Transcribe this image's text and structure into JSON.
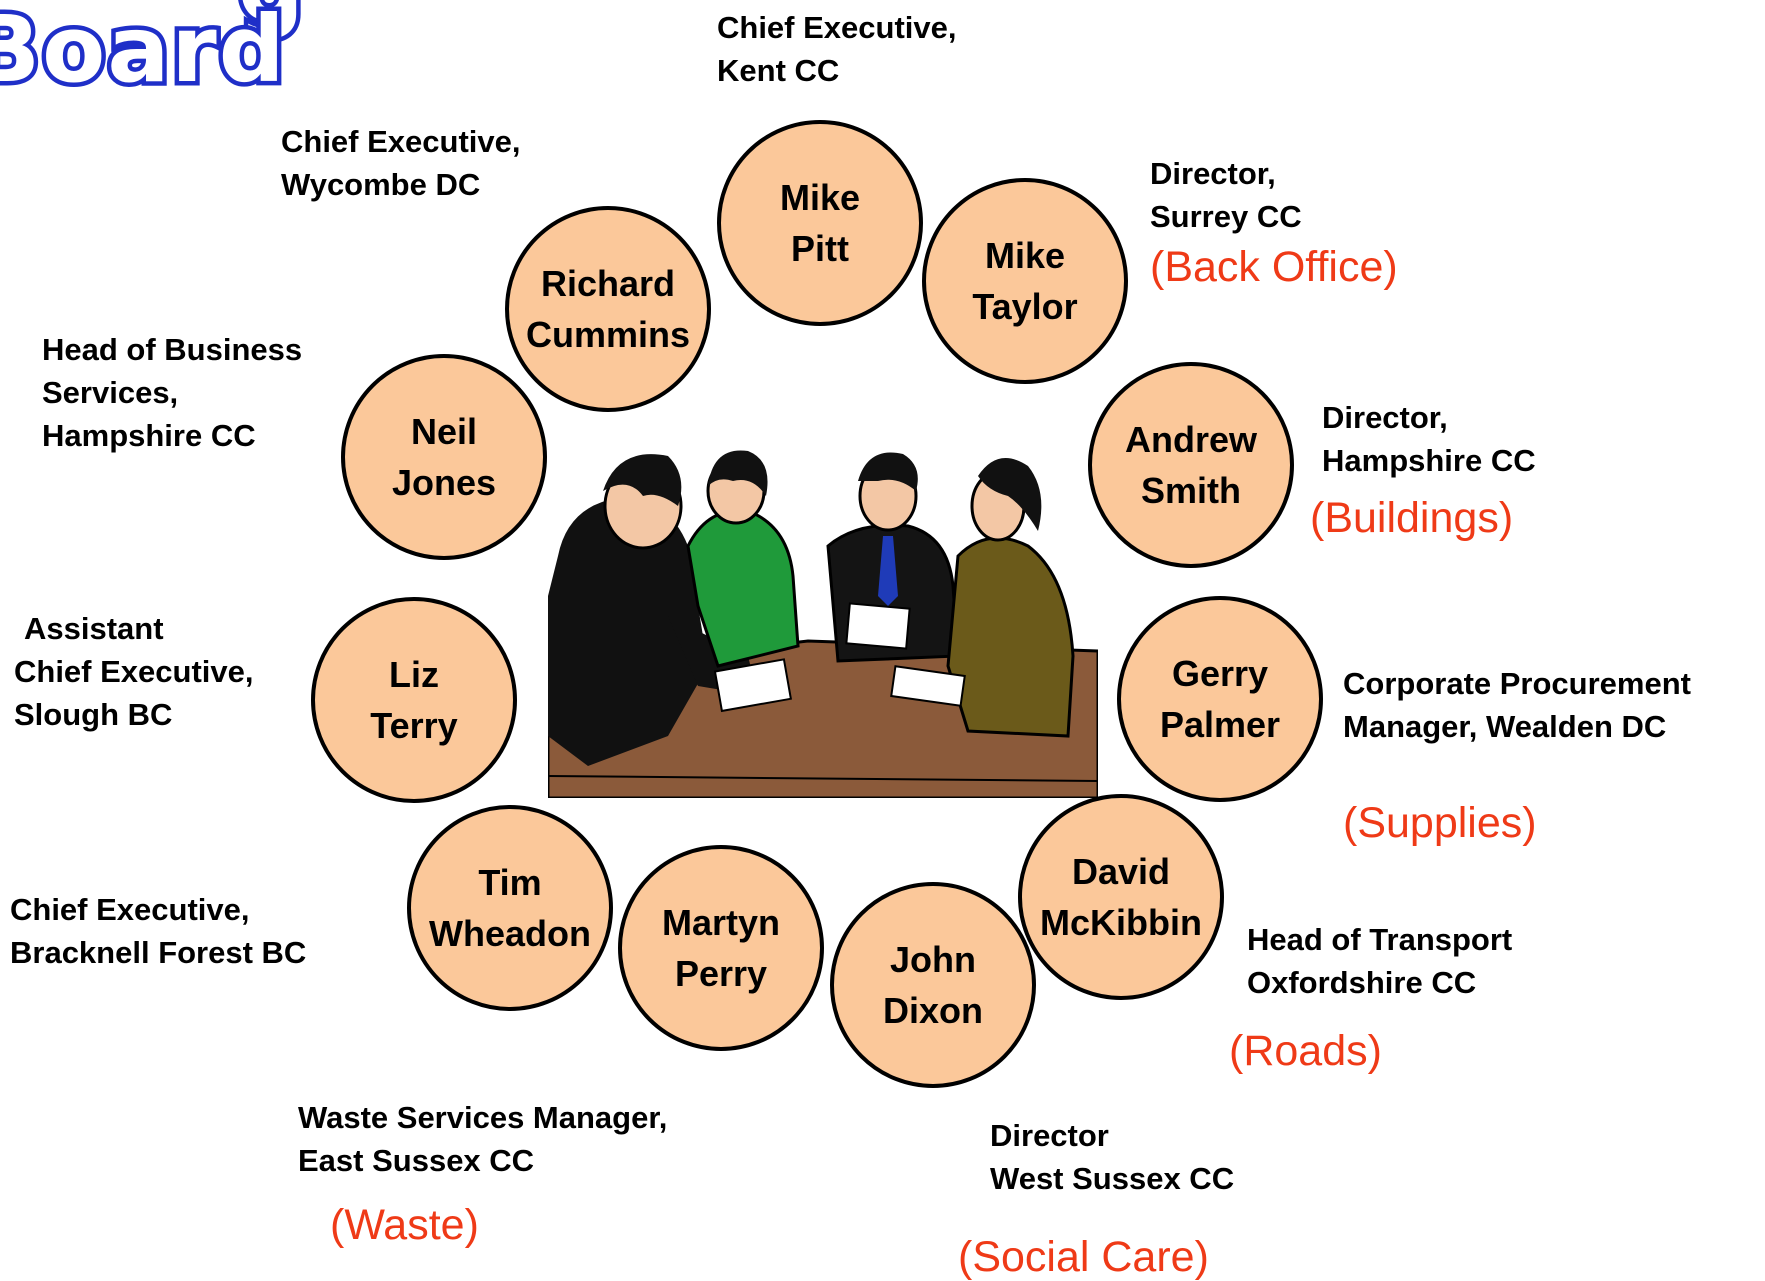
{
  "title": {
    "line1": "g",
    "line2": "Board"
  },
  "members": [
    {
      "id": "mike-pitt",
      "first": "Mike",
      "last": "Pitt",
      "role": [
        "Chief Executive,",
        "Kent CC"
      ],
      "area": ""
    },
    {
      "id": "mike-taylor",
      "first": "Mike",
      "last": "Taylor",
      "role": [
        "Director,",
        "Surrey CC"
      ],
      "area": "(Back Office)"
    },
    {
      "id": "andrew-smith",
      "first": "Andrew",
      "last": "Smith",
      "role": [
        "Director,",
        "Hampshire CC"
      ],
      "area": "(Buildings)"
    },
    {
      "id": "gerry-palmer",
      "first": "Gerry",
      "last": "Palmer",
      "role": [
        "Corporate Procurement",
        "Manager,  Wealden DC"
      ],
      "area": "(Supplies)"
    },
    {
      "id": "david-mckibbin",
      "first": "David",
      "last": "McKibbin",
      "role": [
        "Head of Transport",
        "Oxfordshire CC"
      ],
      "area": "(Roads)"
    },
    {
      "id": "john-dixon",
      "first": "John",
      "last": "Dixon",
      "role": [
        "Director",
        "West Sussex CC"
      ],
      "area": "(Social Care)"
    },
    {
      "id": "martyn-perry",
      "first": "Martyn",
      "last": "Perry",
      "role": [
        "Waste Services Manager,",
        "East Sussex CC"
      ],
      "area": "(Waste)"
    },
    {
      "id": "tim-wheadon",
      "first": "Tim",
      "last": "Wheadon",
      "role": [
        "Chief Executive,",
        "Bracknell Forest BC"
      ],
      "area": ""
    },
    {
      "id": "liz-terry",
      "first": "Liz",
      "last": "Terry",
      "role": [
        "Assistant",
        "Chief Executive,",
        "Slough BC"
      ],
      "area": ""
    },
    {
      "id": "neil-jones",
      "first": "Neil",
      "last": "Jones",
      "role": [
        "Head of Business",
        "Services,",
        "Hampshire CC"
      ],
      "area": ""
    },
    {
      "id": "richard-cummins",
      "first": "Richard",
      "last": "Cummins",
      "role": [
        "Chief Executive,",
        "Wycombe DC"
      ],
      "area": ""
    }
  ],
  "colors": {
    "circle_fill": "#fbc89a",
    "circle_stroke": "#000000",
    "area_text": "#ef3a17",
    "title_stroke": "#1f2fc8"
  },
  "image": {
    "name": "meeting-clipart",
    "description_visible": false
  }
}
